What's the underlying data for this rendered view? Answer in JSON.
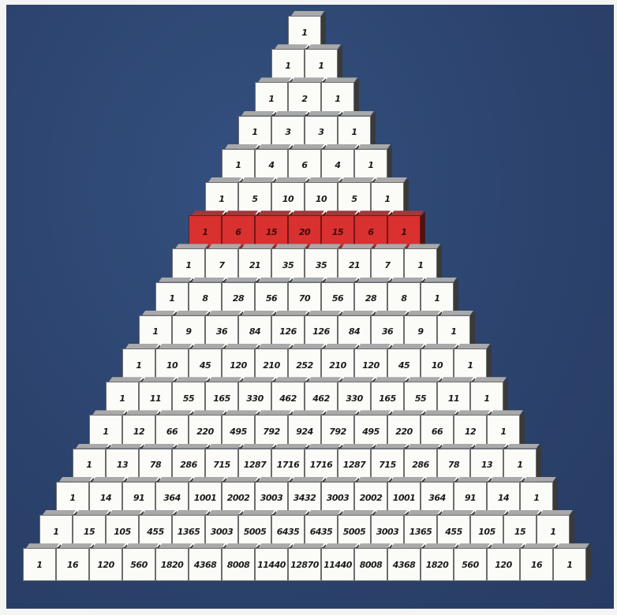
{
  "image": {
    "subject": "Pascal's triangle built from white number cubes on a blue background",
    "highlighted_row_color": "#d93030",
    "background_color": "#2e4674"
  },
  "highlighted_row": 6,
  "rows": [
    [
      "1"
    ],
    [
      "1",
      "1"
    ],
    [
      "1",
      "2",
      "1"
    ],
    [
      "1",
      "3",
      "3",
      "1"
    ],
    [
      "1",
      "4",
      "6",
      "4",
      "1"
    ],
    [
      "1",
      "5",
      "10",
      "10",
      "5",
      "1"
    ],
    [
      "1",
      "6",
      "15",
      "20",
      "15",
      "6",
      "1"
    ],
    [
      "1",
      "7",
      "21",
      "35",
      "35",
      "21",
      "7",
      "1"
    ],
    [
      "1",
      "8",
      "28",
      "56",
      "70",
      "56",
      "28",
      "8",
      "1"
    ],
    [
      "1",
      "9",
      "36",
      "84",
      "126",
      "126",
      "84",
      "36",
      "9",
      "1"
    ],
    [
      "1",
      "10",
      "45",
      "120",
      "210",
      "252",
      "210",
      "120",
      "45",
      "10",
      "1"
    ],
    [
      "1",
      "11",
      "55",
      "165",
      "330",
      "462",
      "462",
      "330",
      "165",
      "55",
      "11",
      "1"
    ],
    [
      "1",
      "12",
      "66",
      "220",
      "495",
      "792",
      "924",
      "792",
      "495",
      "220",
      "66",
      "12",
      "1"
    ],
    [
      "1",
      "13",
      "78",
      "286",
      "715",
      "1287",
      "1716",
      "1716",
      "1287",
      "715",
      "286",
      "78",
      "13",
      "1"
    ],
    [
      "1",
      "14",
      "91",
      "364",
      "1001",
      "2002",
      "3003",
      "3432",
      "3003",
      "2002",
      "1001",
      "364",
      "91",
      "14",
      "1"
    ],
    [
      "1",
      "15",
      "105",
      "455",
      "1365",
      "3003",
      "5005",
      "6435",
      "6435",
      "5005",
      "3003",
      "1365",
      "455",
      "105",
      "15",
      "1"
    ],
    [
      "1",
      "16",
      "120",
      "560",
      "1820",
      "4368",
      "8008",
      "11440",
      "12870",
      "11440",
      "8008",
      "4368",
      "1820",
      "560",
      "120",
      "16",
      "1"
    ]
  ]
}
